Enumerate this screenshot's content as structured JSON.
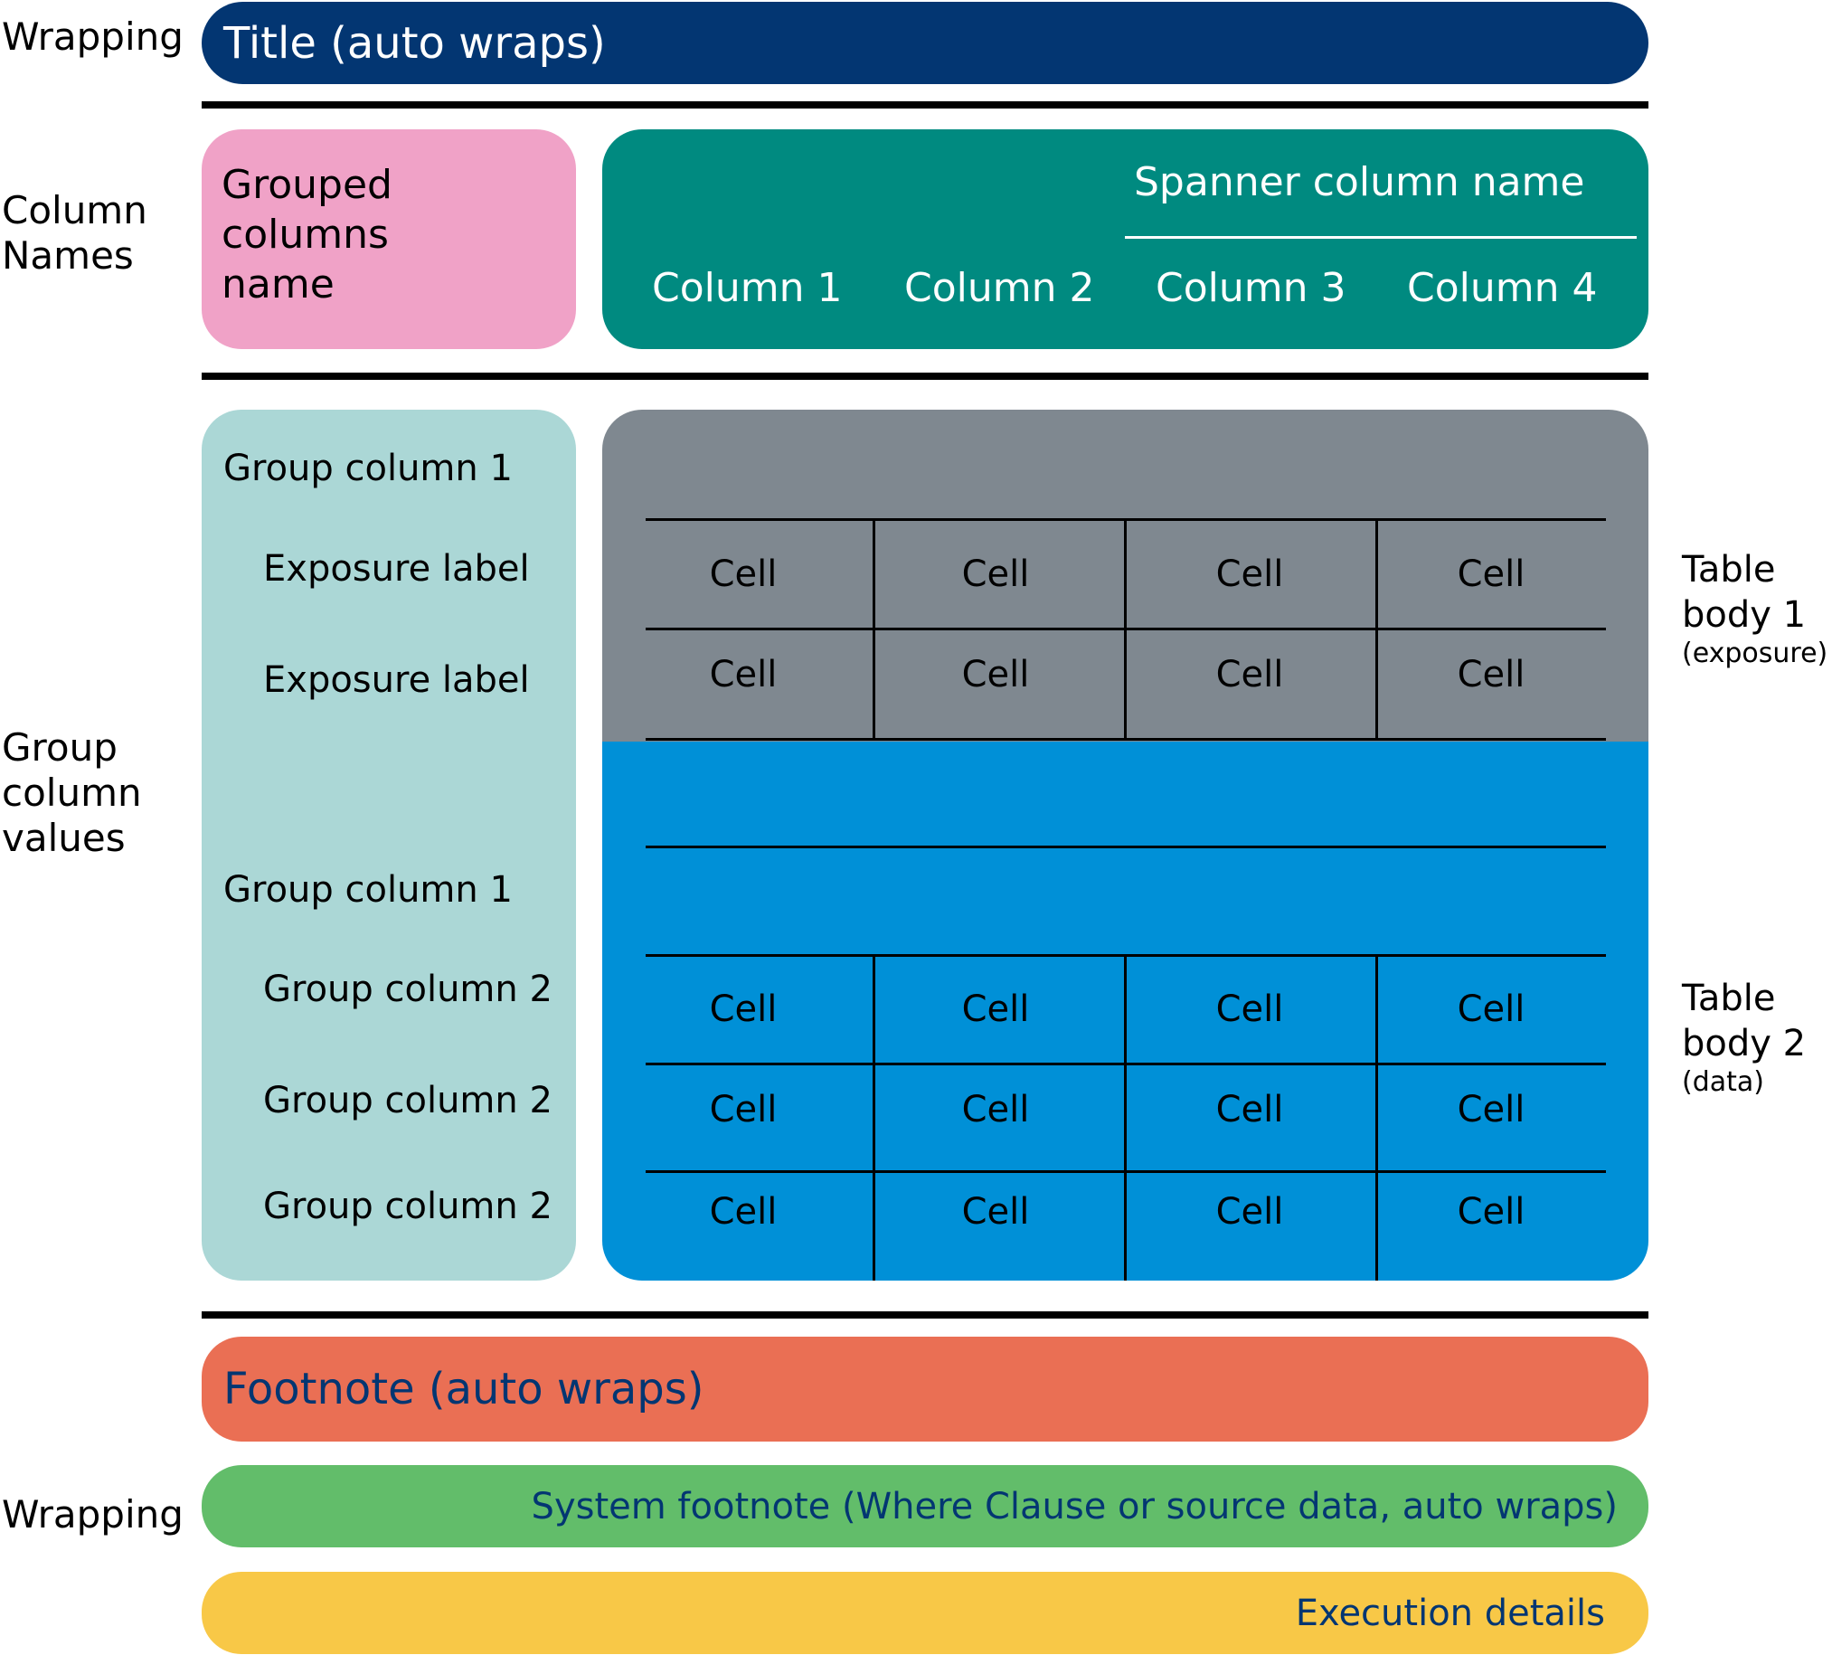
{
  "side_labels": {
    "wrapping_top": "Wrapping",
    "column_names": [
      "Column",
      "Names"
    ],
    "group_values": [
      "Group",
      "column",
      "values"
    ],
    "wrapping_bottom": "Wrapping"
  },
  "title": "Title (auto wraps)",
  "grouped_columns_name": [
    "Grouped",
    "columns",
    "name"
  ],
  "spanner": "Spanner column name",
  "columns": [
    "Column 1",
    "Column 2",
    "Column 3",
    "Column 4"
  ],
  "group_values": {
    "body1": {
      "group1": "Group column 1",
      "labels": [
        "Exposure label",
        "Exposure label"
      ]
    },
    "body2": {
      "group1": "Group column 1",
      "labels": [
        "Group column 2",
        "Group column 2",
        "Group column 2"
      ]
    }
  },
  "cell_label": "Cell",
  "table_body_1": {
    "line1": "Table",
    "line2": "body 1",
    "sub": "(exposure)"
  },
  "table_body_2": {
    "line1": "Table",
    "line2": "body 2",
    "sub": "(data)"
  },
  "footnote": "Footnote (auto wraps)",
  "system_footnote": "System footnote (Where Clause or source data, auto wraps)",
  "execution_details": "Execution details",
  "colors": {
    "title": "#033672",
    "grouped_columns": "#f0a2c7",
    "column_names": "#008a80",
    "group_values": "#abd7d6",
    "body1": "#7f8890",
    "body2": "#0090d7",
    "footnote": "#ea6f54",
    "system_footnote": "#62bd6a",
    "execution": "#f8c847"
  }
}
